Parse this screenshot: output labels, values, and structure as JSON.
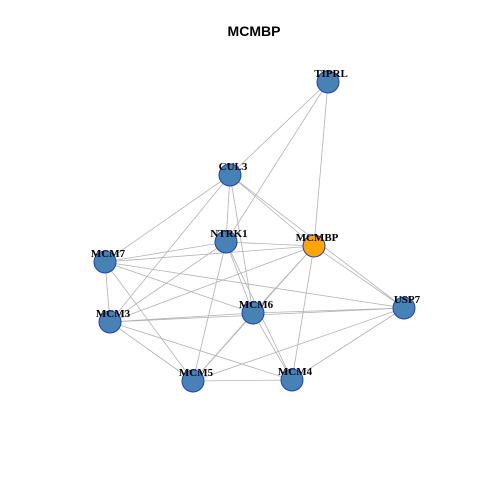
{
  "title": "MCMBP",
  "colors": {
    "default_node": "#4682b4",
    "highlight_node": "#ffa500",
    "node_border": "#1f3fbf",
    "edge": "#b3b3b3"
  },
  "network": {
    "nodes": [
      {
        "id": "TIPRL",
        "highlight": false
      },
      {
        "id": "CUL3",
        "highlight": false
      },
      {
        "id": "NTRK1",
        "highlight": false
      },
      {
        "id": "MCMBP",
        "highlight": true
      },
      {
        "id": "MCM7",
        "highlight": false
      },
      {
        "id": "MCM6",
        "highlight": false
      },
      {
        "id": "USP7",
        "highlight": false
      },
      {
        "id": "MCM3",
        "highlight": false
      },
      {
        "id": "MCM5",
        "highlight": false
      },
      {
        "id": "MCM4",
        "highlight": false
      }
    ],
    "edges": [
      [
        "TIPRL",
        "CUL3"
      ],
      [
        "TIPRL",
        "MCMBP"
      ],
      [
        "TIPRL",
        "NTRK1"
      ],
      [
        "CUL3",
        "MCMBP"
      ],
      [
        "CUL3",
        "NTRK1"
      ],
      [
        "CUL3",
        "MCM7"
      ],
      [
        "CUL3",
        "MCM3"
      ],
      [
        "CUL3",
        "MCM6"
      ],
      [
        "CUL3",
        "USP7"
      ],
      [
        "NTRK1",
        "MCMBP"
      ],
      [
        "NTRK1",
        "MCM7"
      ],
      [
        "NTRK1",
        "MCM3"
      ],
      [
        "NTRK1",
        "MCM6"
      ],
      [
        "NTRK1",
        "MCM5"
      ],
      [
        "NTRK1",
        "MCM4"
      ],
      [
        "MCMBP",
        "MCM7"
      ],
      [
        "MCMBP",
        "MCM6"
      ],
      [
        "MCMBP",
        "USP7"
      ],
      [
        "MCMBP",
        "MCM4"
      ],
      [
        "MCMBP",
        "MCM5"
      ],
      [
        "MCMBP",
        "MCM3"
      ],
      [
        "MCM7",
        "MCM6"
      ],
      [
        "MCM7",
        "MCM3"
      ],
      [
        "MCM7",
        "MCM5"
      ],
      [
        "MCM7",
        "USP7"
      ],
      [
        "MCM6",
        "MCM3"
      ],
      [
        "MCM6",
        "MCM5"
      ],
      [
        "MCM6",
        "MCM4"
      ],
      [
        "MCM6",
        "USP7"
      ],
      [
        "MCM3",
        "MCM5"
      ],
      [
        "MCM3",
        "MCM4"
      ],
      [
        "MCM3",
        "USP7"
      ],
      [
        "MCM5",
        "MCM4"
      ],
      [
        "MCM5",
        "USP7"
      ],
      [
        "MCM4",
        "USP7"
      ]
    ]
  }
}
